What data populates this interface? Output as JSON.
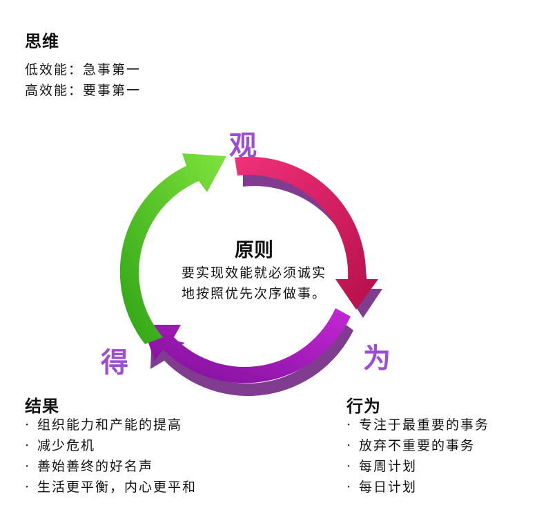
{
  "thinking": {
    "heading": "思维",
    "lines": [
      "低效能：急事第一",
      "高效能：要事第一"
    ]
  },
  "cycle": {
    "top_label": "观",
    "right_label": "为",
    "left_label": "得",
    "arc_colors": {
      "top_right": "#d8155e",
      "bottom": "#9a12b8",
      "left": "#4ec42a",
      "shadow": "#6a1b7c"
    }
  },
  "principle": {
    "title": "原则",
    "lines": [
      "要实现效能就必须诚实",
      "地按照优先次序做事。"
    ]
  },
  "results": {
    "heading": "结果",
    "bullet": "·",
    "items": [
      "组织能力和产能的提高",
      "减少危机",
      "善始善终的好名声",
      "生活更平衡，内心更平和"
    ]
  },
  "actions": {
    "heading": "行为",
    "bullet": "·",
    "items": [
      "专注于最重要的事务",
      "放弃不重要的事务",
      "每周计划",
      "每日计划"
    ]
  }
}
